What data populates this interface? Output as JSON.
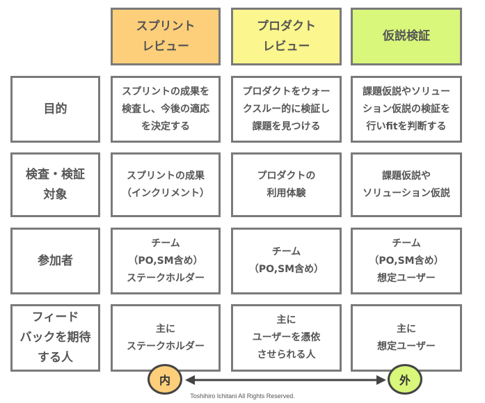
{
  "colors": {
    "sprint_review": "#fdcf7a",
    "product_review": "#fbf68d",
    "hypothesis": "#d8f77b",
    "border": "#7a7a7a",
    "text": "#555555"
  },
  "columns": [
    {
      "label": "スプリント\nレビュー"
    },
    {
      "label": "プロダクト\nレビュー"
    },
    {
      "label": "仮説検証"
    }
  ],
  "rows": [
    {
      "label": "目的",
      "cells": [
        "スプリントの成果を\n検査し、今後の適応\nを決定する",
        "プロダクトをウォー\nクスルー的に検証し\n課題を見つける",
        "課題仮説やソリュー\nション仮説の検証を\n行いfitを判断する"
      ]
    },
    {
      "label": "検査・検証\n対象",
      "cells": [
        "スプリントの成果\n（インクリメント）",
        "プロダクトの\n利用体験",
        "課題仮説や\nソリューション仮説"
      ]
    },
    {
      "label": "参加者",
      "cells": [
        "チーム\n（PO,SM含め）\nステークホルダー",
        "チーム\n（PO,SM含め）",
        "チーム\n（PO,SM含め）\n想定ユーザー"
      ]
    },
    {
      "label": "フィード\nバックを期待\nする人",
      "cells": [
        "主に\nステークホルダー",
        "主に\nユーザーを憑依\nさせられる人",
        "主に\n想定ユーザー"
      ]
    }
  ],
  "scale": {
    "inner": "内",
    "outer": "外",
    "inner_color": "#fdcf7a",
    "outer_color": "#d8f77b"
  },
  "footer": "Toshihiro Ichitani All Rights Reserved."
}
